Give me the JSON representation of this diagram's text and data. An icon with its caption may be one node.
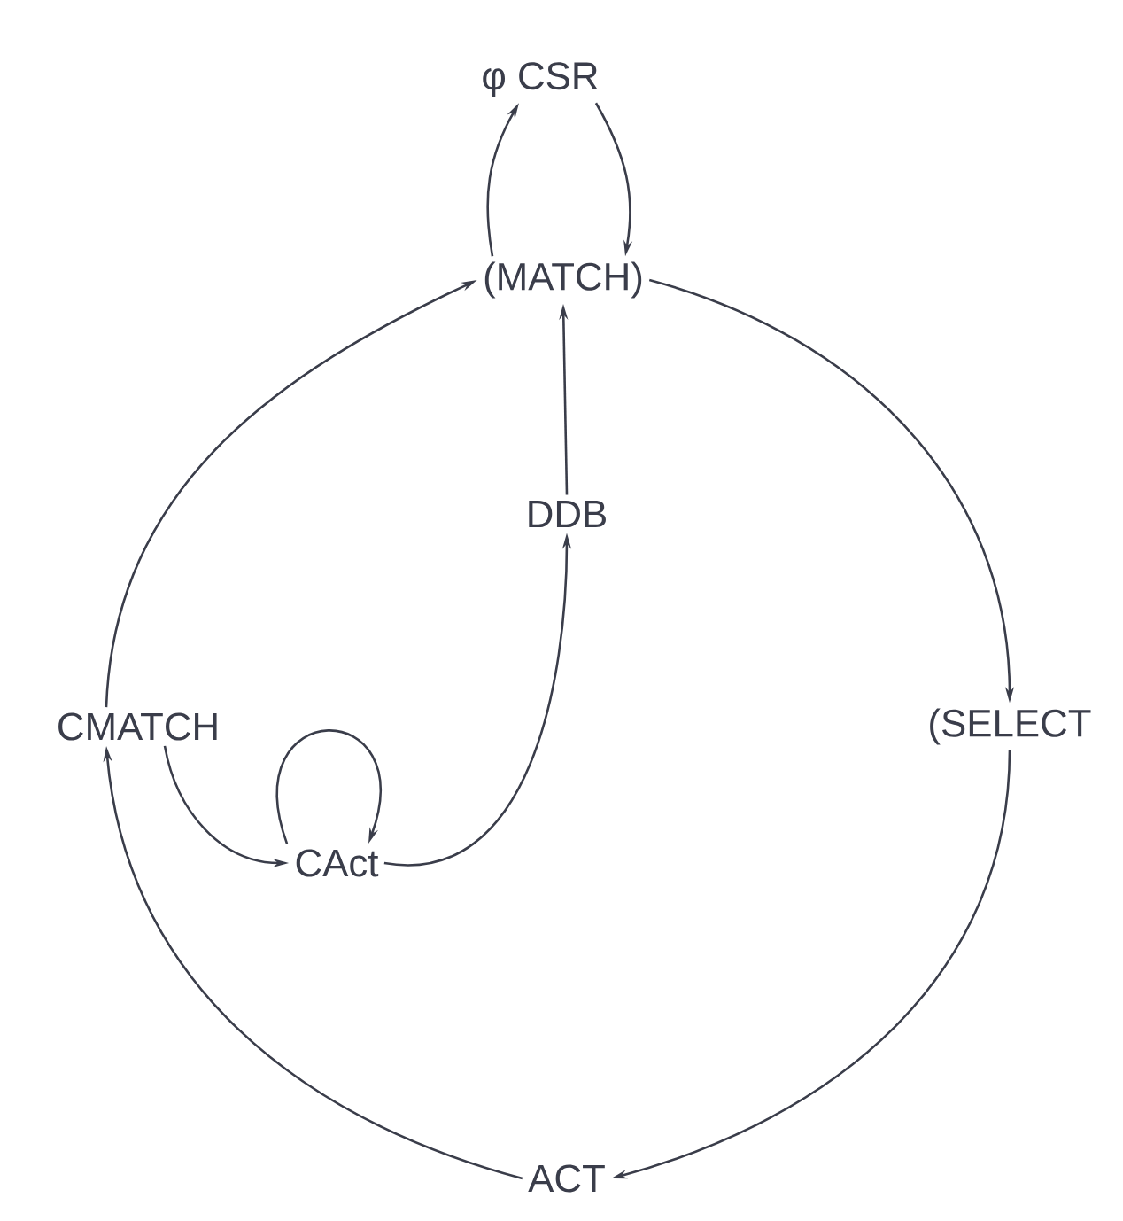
{
  "diagram": {
    "nodes": [
      {
        "text": [
          "φ CSR"
        ]
      },
      {
        "text": [
          "(MATCH)"
        ]
      },
      {
        "text": [
          "DDB"
        ]
      },
      {
        "text": [
          "CMATCH"
        ]
      },
      {
        "text": [
          "CAct"
        ]
      },
      {
        "text": [
          "(SELECT"
        ]
      },
      {
        "text": [
          "ACT"
        ]
      }
    ],
    "edges": [
      {
        "from": 1,
        "to": 0,
        "arrow": "to"
      },
      {
        "from": 0,
        "to": 1,
        "arrow": "to"
      },
      {
        "from": 2,
        "to": 1,
        "arrow": "to"
      },
      {
        "from": 1,
        "to": 5,
        "arrow": "to"
      },
      {
        "from": 5,
        "to": 6,
        "arrow": "to"
      },
      {
        "from": 6,
        "to": 3,
        "arrow": "to"
      },
      {
        "from": 3,
        "to": 1,
        "arrow": "to"
      },
      {
        "from": 3,
        "to": 4,
        "arrow": "to"
      },
      {
        "from": 4,
        "to": 4,
        "arrow": "to"
      },
      {
        "from": 4,
        "to": 2,
        "arrow": "to"
      }
    ]
  }
}
